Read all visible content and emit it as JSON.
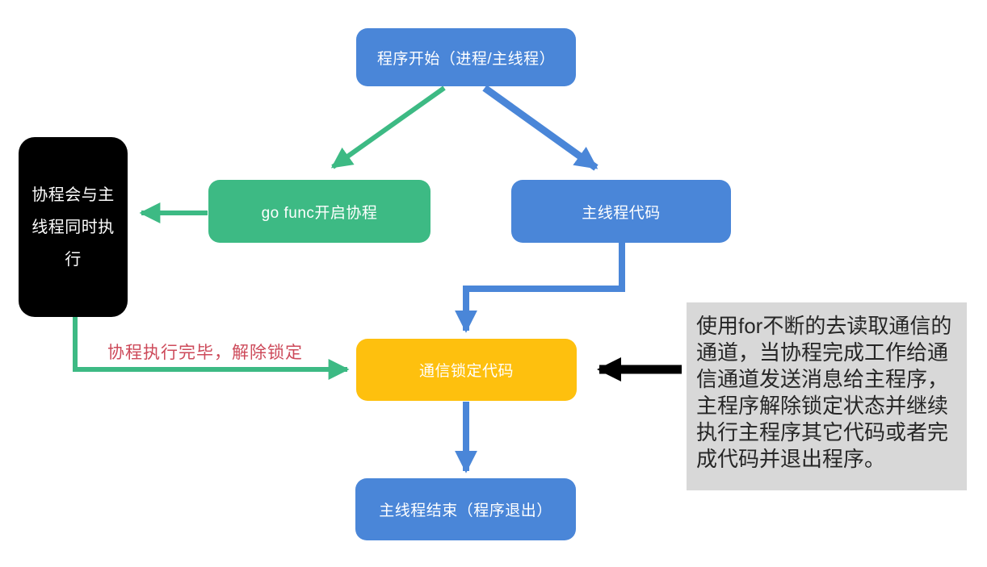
{
  "colors": {
    "blue": "#4a86d8",
    "green": "#3dba84",
    "orange": "#fec00e",
    "black": "#000000",
    "gray_panel": "#d8d8d8",
    "panel_text": "#262626",
    "red_label": "#cd4a5a",
    "node_text": "#ffffff"
  },
  "diagram": {
    "nodes": {
      "start": "程序开始（进程/主线程）",
      "go_func": "go func开启协程",
      "main_code": "主线程代码",
      "side_note": "协程会与主线程同时执行",
      "comm_lock": "通信锁定代码",
      "end": "主线程结束（程序退出）"
    },
    "edge_label": "协程执行完毕，解除锁定",
    "annotation": "使用for不断的去读取通信的通道，当协程完成工作给通信通道发送消息给主程序，主程序解除锁定状态并继续执行主程序其它代码或者完成代码并退出程序。"
  }
}
